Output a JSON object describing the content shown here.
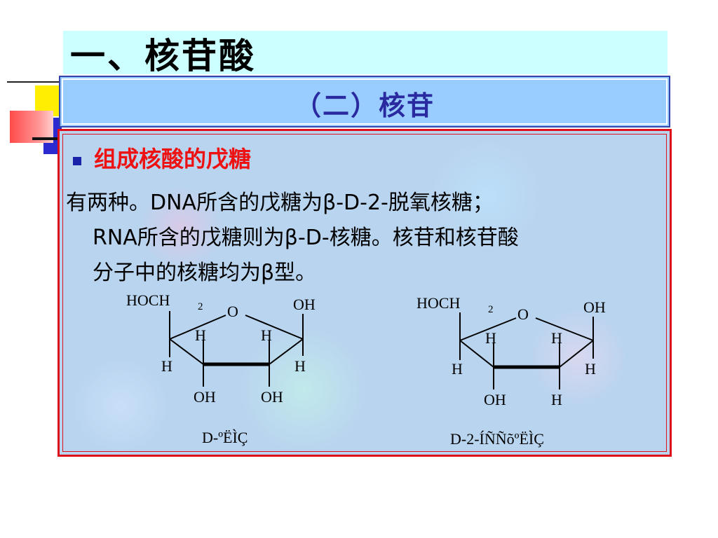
{
  "title": "一、核苷酸",
  "subtitle": "（二）核苷",
  "bullet_heading": "组成核酸的戊糖",
  "body": {
    "line1": "有两种。DNA所含的戊糖为β-D-2-脱氧核糖；",
    "line2": "RNA所含的戊糖则为β-D-核糖。核苷和核苷酸",
    "line3": "分子中的核糖均为β型。"
  },
  "structures": {
    "left": {
      "hoch2": "HOCH",
      "sub2": "2",
      "o": "O",
      "oh_c1": "OH",
      "h_c4_up": "H",
      "h_c1_up": "H",
      "h_c4_down": "H",
      "h_c1_down": "H",
      "oh_c3": "OH",
      "oh_c2": "OH",
      "caption": "D-ºËÌÇ"
    },
    "right": {
      "hoch2": "HOCH",
      "sub2": "2",
      "o": "O",
      "oh_c1": "OH",
      "h_c4_up": "H",
      "h_c1_up": "H",
      "h_c4_down": "H",
      "h_c1_down": "H",
      "oh_c3": "OH",
      "h_c2": "H",
      "caption": "D-2-ÍÑÑõºËÌÇ"
    }
  },
  "colors": {
    "title_band": "#ccffff",
    "subtitle_bar": "#99ccff",
    "subtitle_text": "#2a2aa0",
    "panel_border": "#e0101a",
    "bullet_heading": "#ee1111"
  }
}
